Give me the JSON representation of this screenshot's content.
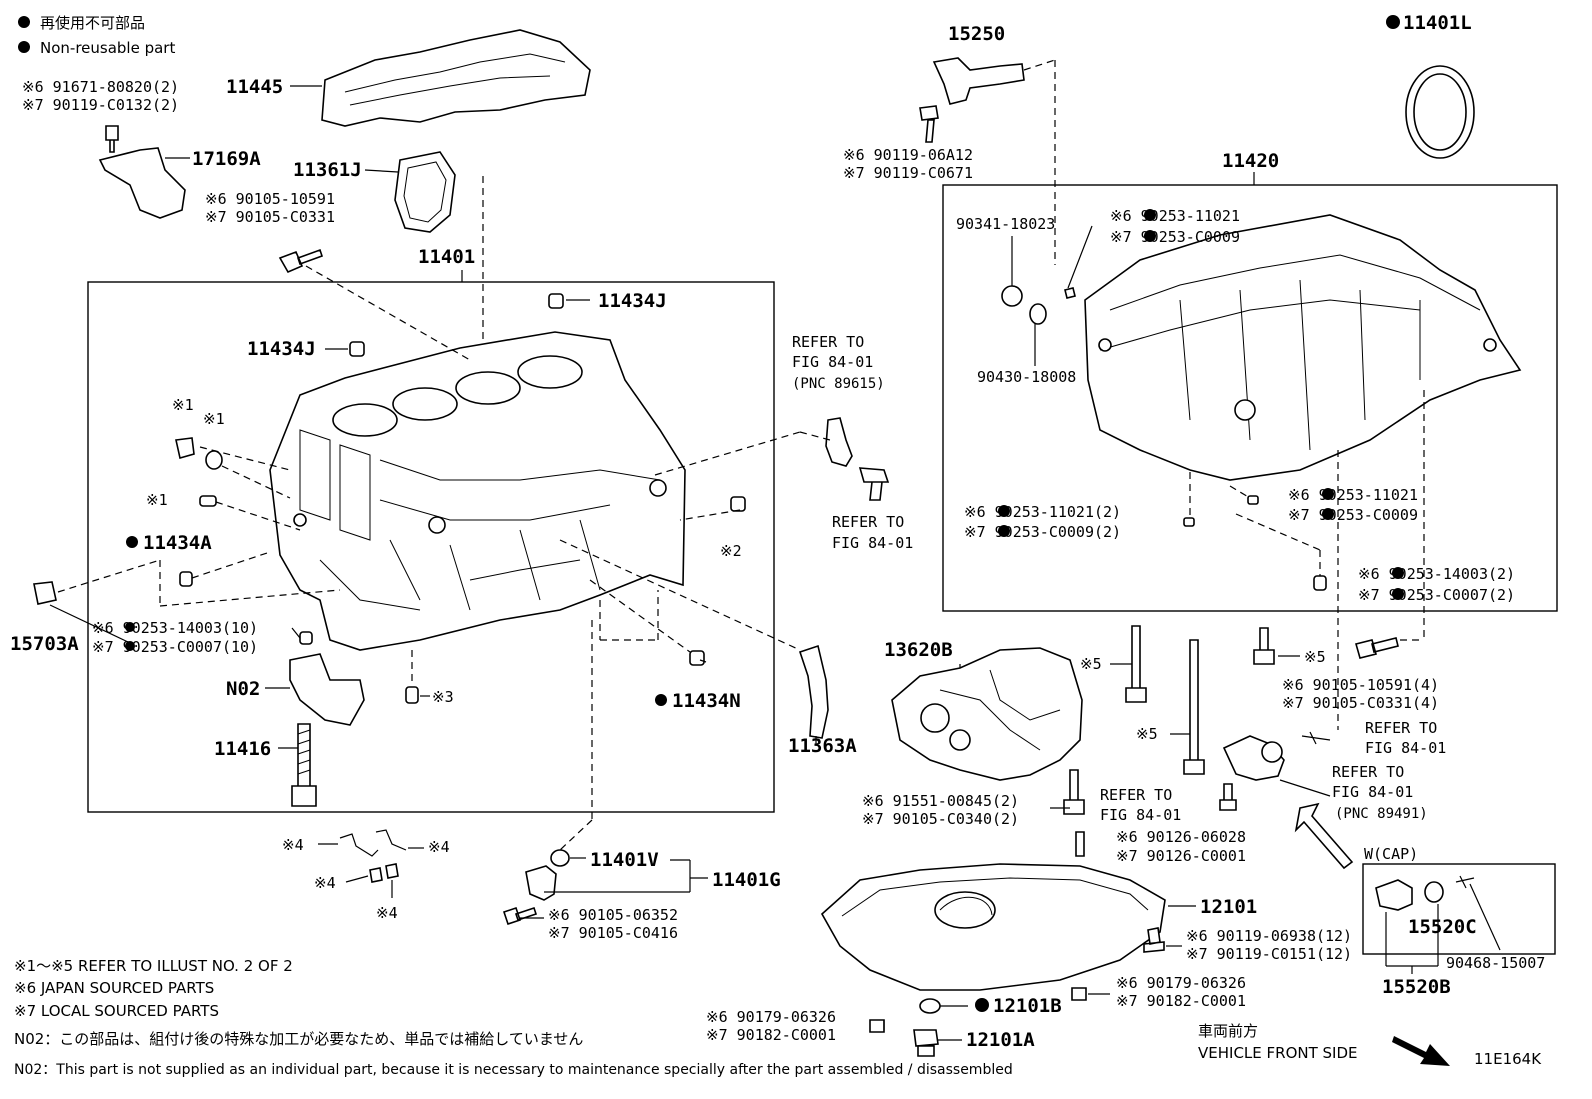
{
  "legend": {
    "jp_nonreusable": "再使用不可部品",
    "en_nonreusable": "Non-reusable part"
  },
  "labels": {
    "p11445": "11445",
    "p91671": "※6 91671-80820(2)",
    "p90119_c0132": "※7 90119-C0132(2)",
    "p17169a": "17169A",
    "p11361j": "11361J",
    "p90105_10591": "※6 90105-10591",
    "p90105_c0331": "※7 90105-C0331",
    "p11401": "11401",
    "p11434j_top": "11434J",
    "p11434j_left": "11434J",
    "p_x1a": "※1",
    "p_x1b": "※1",
    "p_x1c": "※1",
    "p11434a": "11434A",
    "p15703a": "15703A",
    "p_x2": "※2",
    "p_x3": "※3",
    "p90253_14003_10": "※6 90253-14003(10)",
    "p90253_c0007_10": "※7 90253-C0007(10)",
    "pn02": "N02",
    "p11416": "11416",
    "p11434n": "11434N",
    "p11363a": "11363A",
    "p15250": "15250",
    "p90119_06a12": "※6 90119-06A12",
    "p90119_c0671": "※7 90119-C0671",
    "refer1_l1": "REFER TO",
    "refer1_l2": "FIG 84-01",
    "refer1_l3": "(PNC 89615)",
    "refer2_l1": "REFER TO",
    "refer2_l2": "FIG 84-01",
    "p11401l": "11401L",
    "p11420": "11420",
    "p90341": "90341-18023",
    "p90253_11021_a": "※6 90253-11021",
    "p90253_c0009_a": "※7 90253-C0009",
    "p90430": "90430-18008",
    "p90253_11021_2": "※6 90253-11021(2)",
    "p90253_c0009_2": "※7 90253-C0009(2)",
    "p90253_11021_b": "※6 90253-11021",
    "p90253_c0009_b": "※7 90253-C0009",
    "p90253_14003_2": "※6 90253-14003(2)",
    "p90253_c0007_2": "※7 90253-C0007(2)",
    "p13620b": "13620B",
    "p_x5a": "※5",
    "p_x5b": "※5",
    "p_x5c": "※5",
    "p90105_10591_4": "※6 90105-10591(4)",
    "p90105_c0331_4": "※7 90105-C0331(4)",
    "refer3_l1": "REFER TO",
    "refer3_l2": "FIG 84-01",
    "refer4_l1": "REFER TO",
    "refer4_l2": "FIG 84-01",
    "refer4_l3": "(PNC 89491)",
    "refer5_l1": "REFER TO",
    "refer5_l2": "FIG 84-01",
    "p91551": "※6 91551-00845(2)",
    "p90105_c0340": "※7 90105-C0340(2)",
    "p90126_06028": "※6 90126-06028",
    "p90126_c0001": "※7 90126-C0001",
    "wcap": "W(CAP)",
    "p15520c": "15520C",
    "p90468": "90468-15007",
    "p15520b": "15520B",
    "p12101": "12101",
    "p90119_06938": "※6 90119-06938(12)",
    "p90119_c0151": "※7 90119-C0151(12)",
    "p90179_06326_r": "※6 90179-06326",
    "p90182_c0001_r": "※7 90182-C0001",
    "p12101b": "12101B",
    "p90179_06326_l": "※6 90179-06326",
    "p90182_c0001_l": "※7 90182-C0001",
    "p12101a": "12101A",
    "p_x4a": "※4",
    "p_x4b": "※4",
    "p_x4c": "※4",
    "p_x4d": "※4",
    "p11401v": "11401V",
    "p11401g": "11401G",
    "p90105_06352": "※6 90105-06352",
    "p90105_c0416": "※7 90105-C0416",
    "front_jp": "車両前方",
    "front_en": "VEHICLE FRONT SIDE",
    "illus_code": "11E164K"
  },
  "footnotes": {
    "n1": "※1～※5  REFER TO ILLUST NO. 2 OF 2",
    "n6": "※6  JAPAN SOURCED PARTS",
    "n7": "※7  LOCAL SOURCED PARTS",
    "n02_jp": "N02：この部品は、組付け後の特殊な加工が必要なため、単品では補給していません",
    "n02_en": "N02：This part is not supplied as an individual part, because it is necessary to maintenance specially after the part assembled / disassembled"
  }
}
